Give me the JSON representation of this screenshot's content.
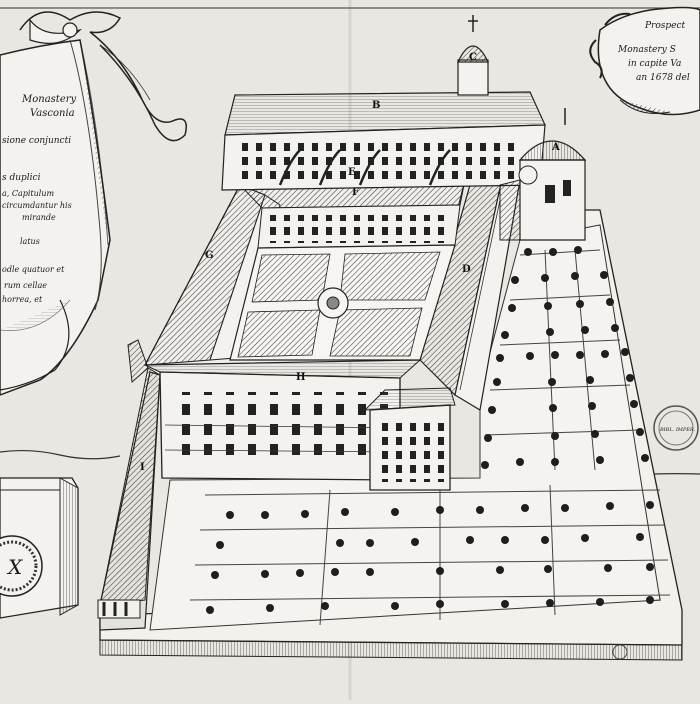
{
  "cartouche_left": {
    "lines": [
      "Monastery",
      "Vasconia",
      "sione conjuncti",
      "s duplici",
      "a, Capitulum",
      "circumdantur his",
      "mirande",
      "latus",
      "odle quatuor et",
      "rum cellae",
      "horrea, et"
    ]
  },
  "cartouche_right": {
    "lines": [
      "Prospect",
      "Monastery S",
      "in capite Va",
      "an 1678 del"
    ]
  },
  "medallion": {
    "text": "X"
  },
  "building_labels": [
    "A",
    "B",
    "C",
    "D",
    "E",
    "F",
    "G",
    "H",
    "I"
  ],
  "stamp": {
    "text": "BIBL. IMPER."
  },
  "colors": {
    "paper": "#e9e7e1",
    "ink": "#1a1a1a",
    "shade": "#8a8a86",
    "light": "#f4f3ef"
  }
}
